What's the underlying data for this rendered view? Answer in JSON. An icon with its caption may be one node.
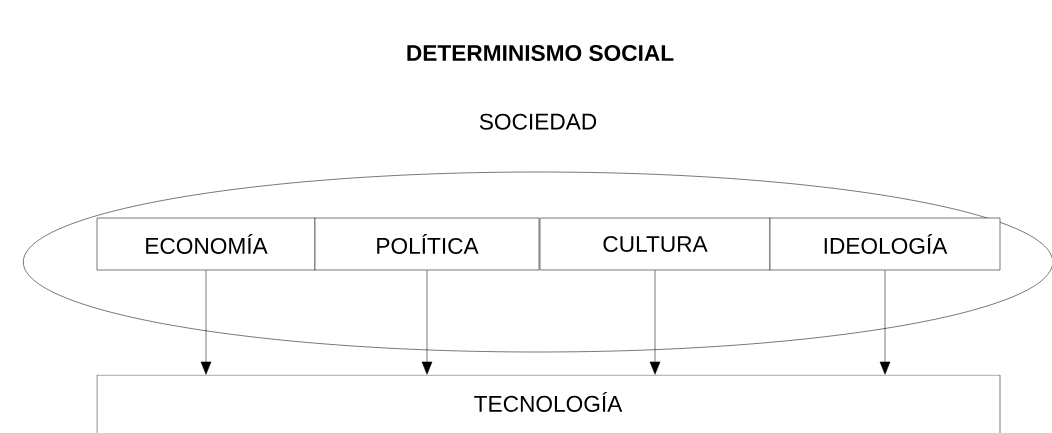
{
  "diagram": {
    "title": "DETERMINISMO  SOCIAL",
    "nodes": [
      {
        "text": [
          "SOCIEDAD"
        ]
      },
      {
        "text": [
          "ECONOMÍA"
        ],
        "in": 0
      },
      {
        "text": [
          "POLÍTICA"
        ],
        "in": 0
      },
      {
        "text": [
          "CULTURA"
        ],
        "in": 0
      },
      {
        "text": [
          "IDEOLOGÍA"
        ],
        "in": 0
      },
      {
        "text": [
          "TECNOLOGÍA"
        ]
      }
    ],
    "edges": [
      {
        "from": 1,
        "to": 5,
        "arrow": "to"
      },
      {
        "from": 2,
        "to": 5,
        "arrow": "to"
      },
      {
        "from": 3,
        "to": 5,
        "arrow": "to"
      },
      {
        "from": 4,
        "to": 5,
        "arrow": "to"
      }
    ]
  }
}
